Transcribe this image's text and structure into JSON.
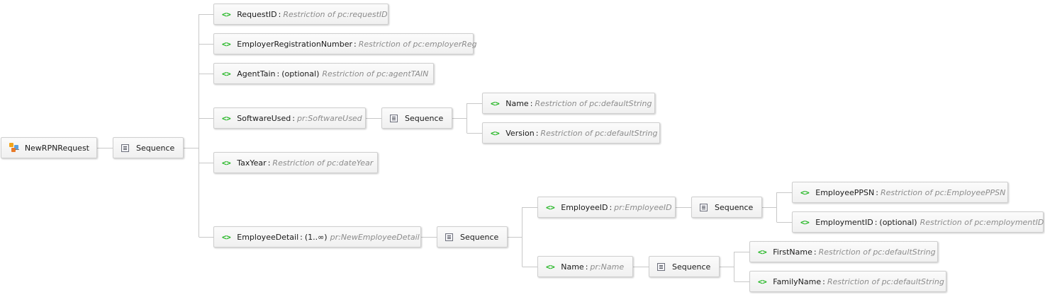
{
  "root": {
    "name": "NewRPNRequest",
    "icon": "element-declaration-icon"
  },
  "sequence_label": "Sequence",
  "element_icon_text": "<>",
  "nodes": {
    "request_id": {
      "name": "RequestID",
      "type": "Restriction of pc:requestID"
    },
    "employer_reg": {
      "name": "EmployerRegistrationNumber",
      "type": "Restriction of pc:employerReg"
    },
    "agent_tain": {
      "name": "AgentTain",
      "occurrence": "(optional)",
      "type": "Restriction of pc:agentTAIN"
    },
    "software_used": {
      "name": "SoftwareUsed",
      "type": "pr:SoftwareUsed"
    },
    "software_name": {
      "name": "Name",
      "type": "Restriction of pc:defaultString"
    },
    "software_version": {
      "name": "Version",
      "type": "Restriction of pc:defaultString"
    },
    "tax_year": {
      "name": "TaxYear",
      "type": "Restriction of pc:dateYear"
    },
    "employee_detail": {
      "name": "EmployeeDetail",
      "occurrence": "(1..∞)",
      "type": "pr:NewEmployeeDetail"
    },
    "employee_id": {
      "name": "EmployeeID",
      "type": "pr:EmployeeID"
    },
    "employee_ppsn": {
      "name": "EmployeePPSN",
      "type": "Restriction of pc:EmployeePPSN"
    },
    "employment_id": {
      "name": "EmploymentID",
      "occurrence": "(optional)",
      "type": "Restriction of pc:employmentID"
    },
    "employee_name": {
      "name": "Name",
      "type": "pr:Name"
    },
    "first_name": {
      "name": "FirstName",
      "type": "Restriction of pc:defaultString"
    },
    "family_name": {
      "name": "FamilyName",
      "type": "Restriction of pc:defaultString"
    }
  },
  "colors": {
    "element_icon": "#1fb51f",
    "type_text": "#8c8c8c",
    "connector": "#c8c8c8",
    "node_border": "#cfcfcf"
  }
}
